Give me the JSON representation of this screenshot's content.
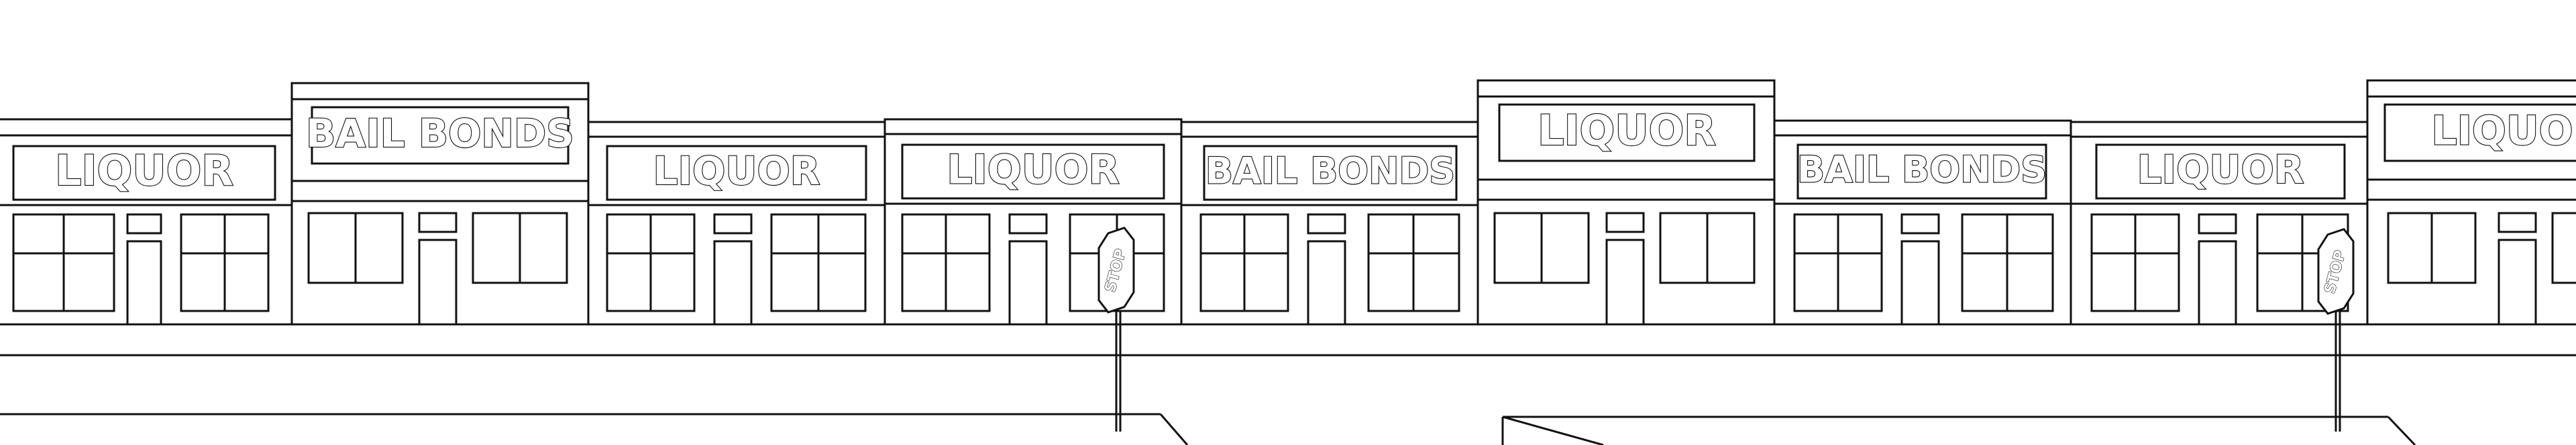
{
  "scene": {
    "storefronts": [
      {
        "sign": "LIQUOR"
      },
      {
        "sign": "BAIL BONDS"
      },
      {
        "sign": "LIQUOR"
      },
      {
        "sign": "LIQUOR"
      },
      {
        "sign": "BAIL BONDS"
      },
      {
        "sign": "LIQUOR"
      },
      {
        "sign": "BAIL BONDS"
      },
      {
        "sign": "LIQUOR"
      },
      {
        "sign": "LIQUO"
      }
    ],
    "stop_signs": [
      {
        "label": "STOP"
      },
      {
        "label": "STOP"
      }
    ]
  }
}
